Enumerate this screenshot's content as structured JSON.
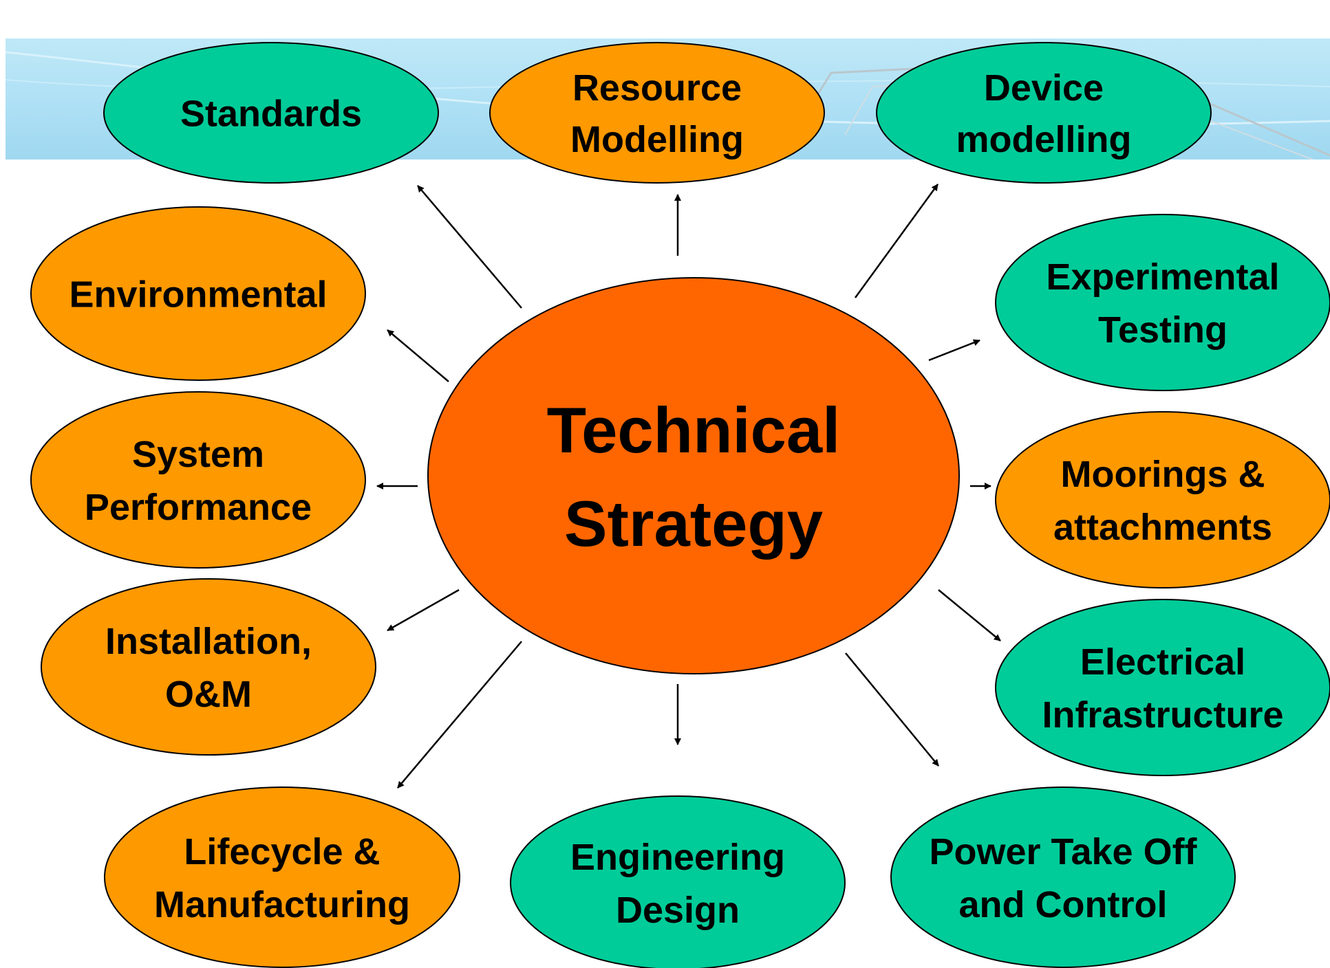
{
  "colors": {
    "orange_node": "#ff9900",
    "teal_node": "#00cc99",
    "center_node": "#ff6600",
    "banner": "#aee0f5",
    "outline": "#000000"
  },
  "center": {
    "lines": [
      "Technical",
      "Strategy"
    ]
  },
  "nodes": [
    {
      "id": "standards",
      "lines": [
        "Standards"
      ],
      "color": "teal"
    },
    {
      "id": "resource-modelling",
      "lines": [
        "Resource",
        "Modelling"
      ],
      "color": "orange"
    },
    {
      "id": "device-modelling",
      "lines": [
        "Device",
        "modelling"
      ],
      "color": "teal"
    },
    {
      "id": "environmental",
      "lines": [
        "Environmental"
      ],
      "color": "orange"
    },
    {
      "id": "experimental-testing",
      "lines": [
        "Experimental",
        "Testing"
      ],
      "color": "teal"
    },
    {
      "id": "system-performance",
      "lines": [
        "System",
        "Performance"
      ],
      "color": "orange"
    },
    {
      "id": "moorings-attachments",
      "lines": [
        "Moorings &",
        "attachments"
      ],
      "color": "orange"
    },
    {
      "id": "installation-om",
      "lines": [
        "Installation,",
        "O&M"
      ],
      "color": "orange"
    },
    {
      "id": "electrical-infrastructure",
      "lines": [
        "Electrical",
        "Infrastructure"
      ],
      "color": "teal"
    },
    {
      "id": "lifecycle-manufacturing",
      "lines": [
        "Lifecycle &",
        "Manufacturing"
      ],
      "color": "orange"
    },
    {
      "id": "engineering-design",
      "lines": [
        "Engineering",
        "Design"
      ],
      "color": "teal"
    },
    {
      "id": "power-take-off",
      "lines": [
        "Power Take Off",
        "and Control"
      ],
      "color": "teal"
    }
  ]
}
